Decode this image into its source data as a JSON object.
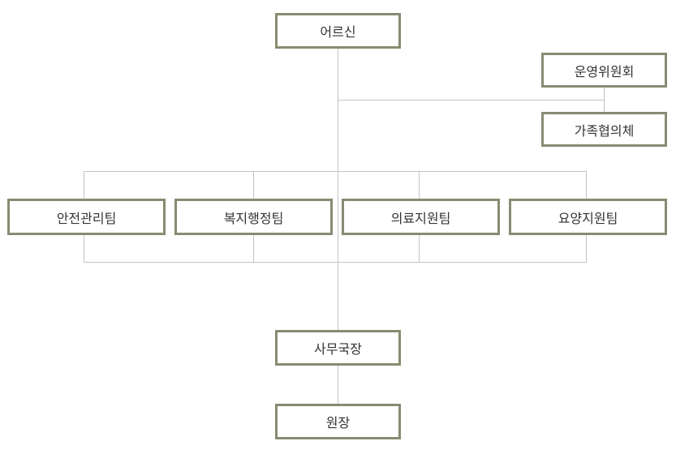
{
  "org_chart": {
    "top": {
      "label": "어르신"
    },
    "side_nodes": [
      {
        "label": "운영위원회"
      },
      {
        "label": "가족협의체"
      }
    ],
    "teams": [
      {
        "label": "안전관리팀"
      },
      {
        "label": "복지행정팀"
      },
      {
        "label": "의료지원팀"
      },
      {
        "label": "요양지원팀"
      }
    ],
    "secretary": {
      "label": "사무국장"
    },
    "director": {
      "label": "원장"
    }
  },
  "colors": {
    "box_border": "#8a8a72",
    "connector": "#c4c4c4",
    "text": "#333333",
    "background": "#ffffff"
  }
}
